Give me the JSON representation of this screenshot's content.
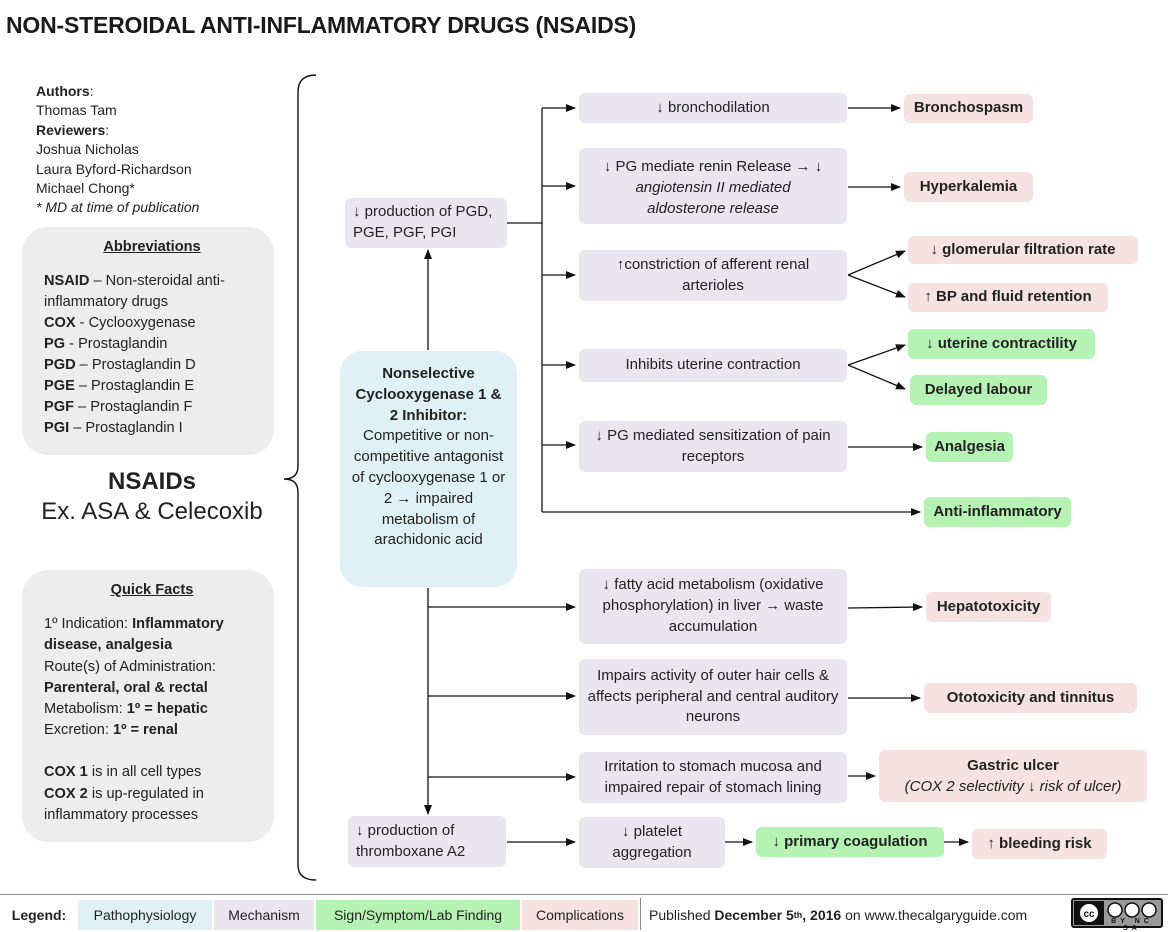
{
  "title": "NON-STEROIDAL ANTI-INFLAMMATORY DRUGS (NSAIDS)",
  "authors": {
    "authors_label": "Authors",
    "author_1": "Thomas Tam",
    "reviewers_label": "Reviewers",
    "reviewer_1": "Joshua Nicholas",
    "reviewer_2": "Laura Byford-Richardson",
    "reviewer_3": "Michael Chong*",
    "note": "* MD at time of publication"
  },
  "abbreviations": {
    "header": "Abbreviations",
    "items": [
      {
        "term": "NSAID",
        "def": " – Non-steroidal anti-inflammatory drugs"
      },
      {
        "term": "COX",
        "def": " - Cyclooxygenase"
      },
      {
        "term": "PG",
        "def": " - Prostaglandin"
      },
      {
        "term": "PGD",
        "def": " – Prostaglandin D"
      },
      {
        "term": "PGE",
        "def": " – Prostaglandin E"
      },
      {
        "term": "PGF",
        "def": " – Prostaglandin F"
      },
      {
        "term": "PGI",
        "def": " – Prostaglandin I"
      }
    ]
  },
  "nsaids": {
    "name": "NSAIDs",
    "example": "Ex. ASA & Celecoxib"
  },
  "quick_facts": {
    "header": "Quick Facts",
    "indication_label": "1º Indication: ",
    "indication_value": "Inflammatory disease, analgesia",
    "route_label": "Route(s) of Administration:",
    "route_value": "Parenteral, oral & rectal",
    "metabolism_label": "Metabolism: ",
    "metabolism_value": "1º = hepatic",
    "excretion_label": "Excretion: ",
    "excretion_value": "1º = renal",
    "cox1_term": "COX 1",
    "cox1_text": " is in all cell types",
    "cox2_term": "COX 2",
    "cox2_text": " is up-regulated in inflammatory processes"
  },
  "center": {
    "inhibitor_title": "Nonselective Cyclooxygenase 1 & 2 Inhibitor:",
    "inhibitor_text": "Competitive or non-competitive antagonist of cyclooxygenase 1 or 2 → impaired metabolism of arachidonic acid",
    "pg_production": "↓ production of PGD, PGE, PGF, PGI",
    "thromboxane_production": "↓ production of thromboxane A2"
  },
  "mechanisms": {
    "bronchodilation": "↓ bronchodilation",
    "renin_1": "↓ PG mediate renin Release → ↓",
    "renin_2": "angiotensin II mediated aldosterone release",
    "constriction": "↑constriction of afferent renal arterioles",
    "uterine": "Inhibits uterine contraction",
    "pain": "↓ PG mediated sensitization of pain receptors",
    "fatty_acid": "↓ fatty acid metabolism (oxidative phosphorylation) in liver → waste accumulation",
    "hair_cells": "Impairs activity of outer hair cells & affects peripheral and central auditory neurons",
    "stomach": "Irritation to stomach mucosa and impaired repair of stomach lining",
    "platelet": "↓ platelet aggregation"
  },
  "outcomes": {
    "bronchospasm": "Bronchospasm",
    "hyperkalemia": "Hyperkalemia",
    "gfr": "↓ glomerular filtration rate",
    "bp": "↑ BP and fluid retention",
    "uterine_contractility": "↓ uterine contractility",
    "delayed_labour": "Delayed labour",
    "analgesia": "Analgesia",
    "anti_inflammatory": "Anti-inflammatory",
    "hepatotoxicity": "Hepatotoxicity",
    "ototoxicity": "Ototoxicity and tinnitus",
    "gastric_ulcer": "Gastric ulcer",
    "gastric_ulcer_note": "(COX 2 selectivity ↓ risk of ulcer)",
    "primary_coagulation": "↓ primary coagulation",
    "bleeding_risk": "↑ bleeding risk"
  },
  "legend": {
    "label": "Legend:",
    "pathophysiology": "Pathophysiology",
    "mechanism": "Mechanism",
    "sign": "Sign/Symptom/Lab Finding",
    "complications": "Complications",
    "published_prefix": "Published ",
    "published_date": "December 5",
    "published_sup": "th",
    "published_year": ", 2016",
    "published_suffix": " on www.thecalgaryguide.com",
    "license": "BY NC SA"
  },
  "colors": {
    "pathophysiology": "#dff0f6",
    "mechanism": "#e9e6f0",
    "sign": "#b5f2b3",
    "complications": "#f6e2e2",
    "panel": "#ededed"
  }
}
